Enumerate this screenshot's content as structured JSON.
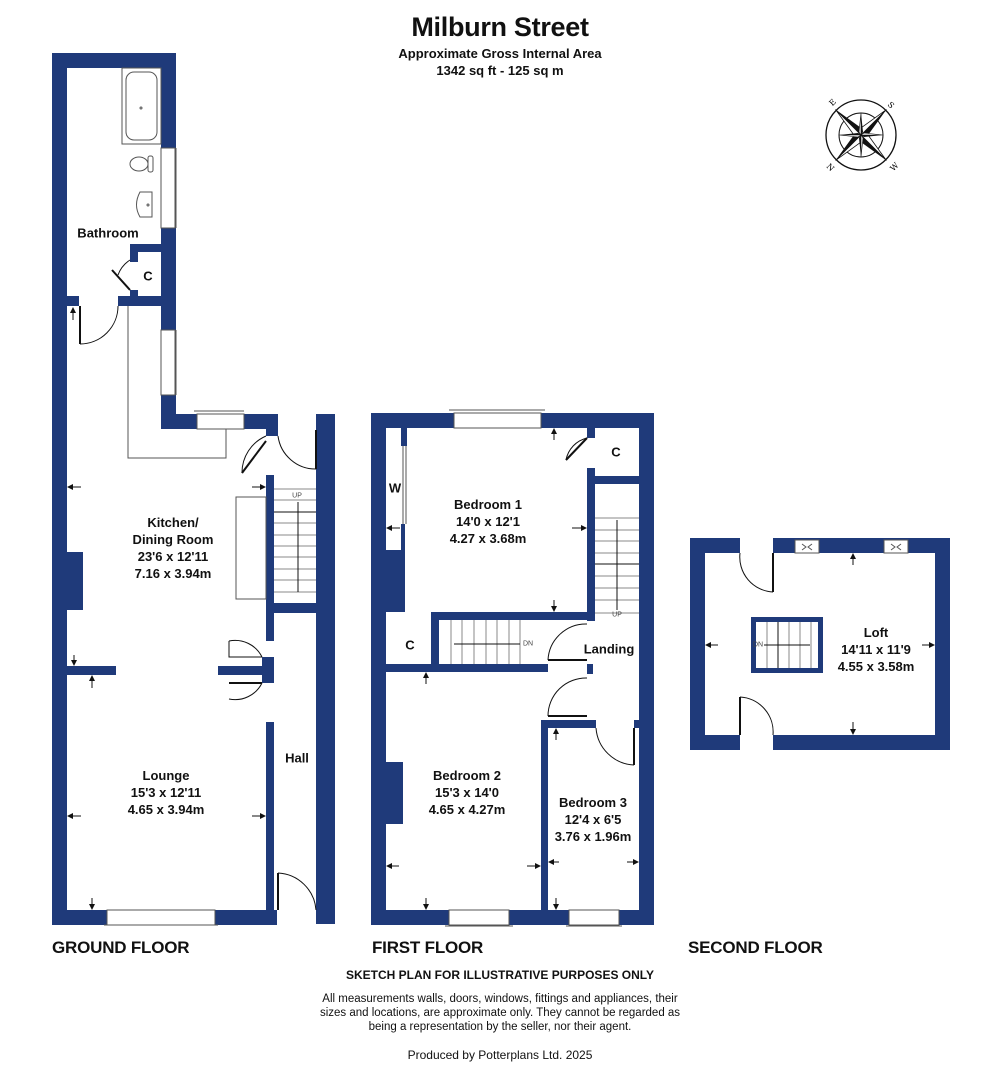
{
  "header": {
    "title": "Milburn Street",
    "subtitle": "Approximate Gross Internal Area",
    "area": "1342 sq ft - 125 sq m"
  },
  "compass": {
    "icon": "compass-rose-icon",
    "labels": {
      "top_left": "E",
      "top_right": "S",
      "bottom_left": "N",
      "bottom_right": "W"
    }
  },
  "colors": {
    "wall": "#1F3A7A",
    "background": "#FFFFFF",
    "text": "#111111"
  },
  "floors": [
    {
      "label": "GROUND FLOOR",
      "rooms": [
        {
          "name": "Bathroom"
        },
        {
          "name": "C"
        },
        {
          "name": "Kitchen/",
          "name2": "Dining Room",
          "imperial": "23'6 x 12'11",
          "metric": "7.16 x 3.94m"
        },
        {
          "name": "Lounge",
          "imperial": "15'3 x 12'11",
          "metric": "4.65 x 3.94m"
        },
        {
          "name": "Hall"
        }
      ],
      "stairs": {
        "label": "UP"
      }
    },
    {
      "label": "FIRST FLOOR",
      "rooms": [
        {
          "name": "Bedroom 1",
          "imperial": "14'0 x 12'1",
          "metric": "4.27 x 3.68m"
        },
        {
          "name": "W"
        },
        {
          "name": "C"
        },
        {
          "name": "C"
        },
        {
          "name": "Landing"
        },
        {
          "name": "Bedroom 2",
          "imperial": "15'3 x 14'0",
          "metric": "4.65 x 4.27m"
        },
        {
          "name": "Bedroom 3",
          "imperial": "12'4 x 6'5",
          "metric": "3.76 x 1.96m"
        }
      ],
      "stairs": {
        "up_label": "UP",
        "down_label": "DN"
      }
    },
    {
      "label": "SECOND FLOOR",
      "rooms": [
        {
          "name": "Loft",
          "imperial": "14'11 x 11'9",
          "metric": "4.55 x 3.58m"
        }
      ],
      "stairs": {
        "label": "DN"
      }
    }
  ],
  "footer": {
    "sketch_notice": "SKETCH PLAN FOR ILLUSTRATIVE PURPOSES ONLY",
    "disclaimer_lines": [
      "All measurements walls, doors, windows, fittings and appliances, their",
      "sizes and locations, are approximate only. They cannot be regarded as",
      "being a representation by the seller, nor their agent."
    ],
    "produced_by": "Produced by Potterplans Ltd. 2025"
  }
}
